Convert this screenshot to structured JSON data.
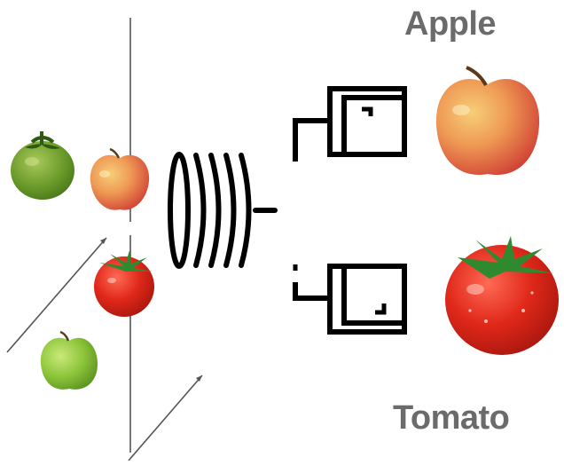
{
  "labels": {
    "apple": "Apple",
    "tomato": "Tomato"
  },
  "items": [
    {
      "name": "green-tomato",
      "icon": "green-tomato-icon"
    },
    {
      "name": "red-apple",
      "icon": "red-apple-icon"
    },
    {
      "name": "red-tomato",
      "icon": "red-tomato-icon"
    },
    {
      "name": "green-apple",
      "icon": "green-apple-icon"
    }
  ],
  "outputs": [
    {
      "name": "apple-output",
      "icon": "red-apple-icon"
    },
    {
      "name": "tomato-output",
      "icon": "red-tomato-icon"
    }
  ],
  "colors": {
    "label": "#6b6b6b",
    "line": "#555555",
    "device": "#000000",
    "apple_red": "#d9493b",
    "apple_yellow": "#f0b85a",
    "tomato_red": "#d4261b",
    "leaf_green": "#2f8a2f",
    "green_apple": "#8cc43a",
    "green_tomato": "#6a9a2a"
  }
}
